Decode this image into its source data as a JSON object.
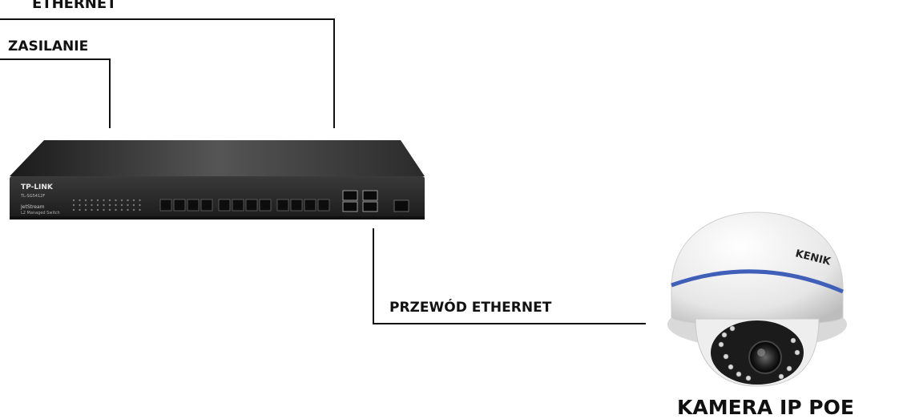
{
  "labels": {
    "ethernet": "ETHERNET",
    "power": "ZASILANIE",
    "ethernet_cable": "PRZEWÓD ETHERNET",
    "camera": "KAMERA IP POE"
  },
  "switch": {
    "brand": "TP-LINK",
    "model": "TL-SG5412F",
    "series": "JetStream",
    "description": "L2 Managed Switch"
  },
  "camera_brand": "KENIK",
  "colors": {
    "line": "#111111",
    "switch_body": "#2a2a2a",
    "camera_shell": "#f2f2f2",
    "camera_stripe": "#3f5fb8"
  }
}
